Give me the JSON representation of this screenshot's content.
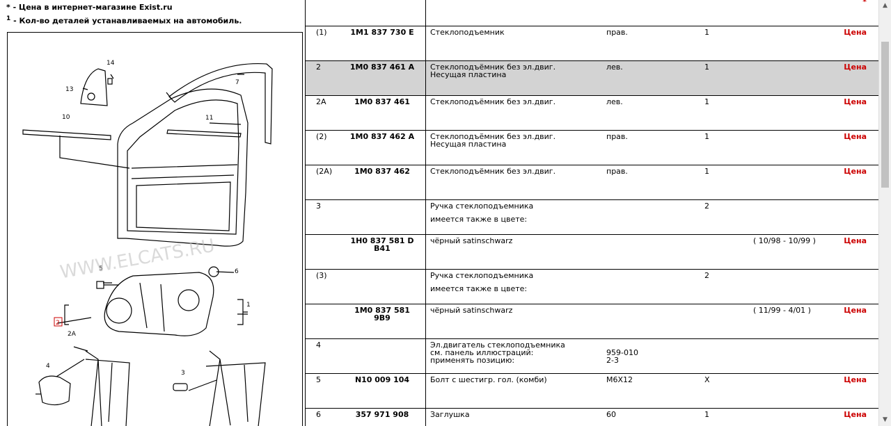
{
  "notes": {
    "star_mark": "*",
    "star_text": "- Цена в интернет-магазине Exist.ru",
    "one_mark": "1",
    "one_text": "- Кол-во деталей устанавливаемых на автомобиль."
  },
  "diagram": {
    "watermark": "WWW.ELCATS.RU",
    "callouts": [
      "1",
      "2",
      "2A",
      "3",
      "4",
      "5",
      "6",
      "7",
      "10",
      "11",
      "13",
      "14"
    ]
  },
  "table": {
    "rows": [
      {
        "pos": "(1)",
        "num": "1M1 837 730 E",
        "name": "Стеклоподъемник",
        "prim": "прав.",
        "qty": "1",
        "date": "",
        "price": "Цена",
        "shade": false
      },
      {
        "pos": "2",
        "num": "1M0 837 461 A",
        "name": "Стеклоподъёмник без эл.двиг.\nНесущая пластина",
        "prim": "лев.",
        "qty": "1",
        "date": "",
        "price": "Цена",
        "shade": true
      },
      {
        "pos": "2A",
        "num": "1M0 837 461",
        "name": "Стеклоподъёмник без эл.двиг.",
        "prim": "лев.",
        "qty": "1",
        "date": "",
        "price": "Цена",
        "shade": false
      },
      {
        "pos": "(2)",
        "num": "1M0 837 462 A",
        "name": "Стеклоподъёмник без эл.двиг.\nНесущая пластина",
        "prim": "прав.",
        "qty": "1",
        "date": "",
        "price": "Цена",
        "shade": false
      },
      {
        "pos": "(2A)",
        "num": "1M0 837 462",
        "name": "Стеклоподъёмник без эл.двиг.",
        "prim": "прав.",
        "qty": "1",
        "date": "",
        "price": "Цена",
        "shade": false
      },
      {
        "pos": "3",
        "num": "",
        "name": "Ручка стеклоподъемника",
        "sub": "имеется также в цвете:",
        "prim": "",
        "qty": "2",
        "date": "",
        "price": "",
        "shade": false
      },
      {
        "pos": "",
        "num": "1H0 837 581 D B41",
        "name": "чёрный satinschwarz",
        "prim": "",
        "qty": "",
        "date": "( 10/98 - 10/99 )",
        "price": "Цена",
        "shade": false
      },
      {
        "pos": "(3)",
        "num": "",
        "name": "Ручка стеклоподъемника",
        "sub": "имеется также в цвете:",
        "prim": "",
        "qty": "2",
        "date": "",
        "price": "",
        "shade": false
      },
      {
        "pos": "",
        "num": "1M0 837 581 9B9",
        "name": "чёрный satinschwarz",
        "prim": "",
        "qty": "",
        "date": "( 11/99 - 4/01 )",
        "price": "Цена",
        "shade": false
      },
      {
        "pos": "4",
        "num": "",
        "name": "Эл.двигатель стеклоподъемника\nсм. панель иллюстраций:\nприменять позицию:",
        "prim": "\n959-010\n2-3",
        "qty": "",
        "date": "",
        "price": "",
        "shade": false
      },
      {
        "pos": "5",
        "num": "N10 009 104",
        "name": "Болт с шестигр. гол. (комби)",
        "prim": "M6X12",
        "qty": "X",
        "date": "",
        "price": "Цена",
        "shade": false
      },
      {
        "pos": "6",
        "num": "357 971 908",
        "name": "Заглушка",
        "prim": "60",
        "qty": "1",
        "date": "",
        "price": "Цена",
        "shade": false
      }
    ]
  },
  "colors": {
    "price": "#cc0000",
    "shade": "#d3d3d3"
  }
}
